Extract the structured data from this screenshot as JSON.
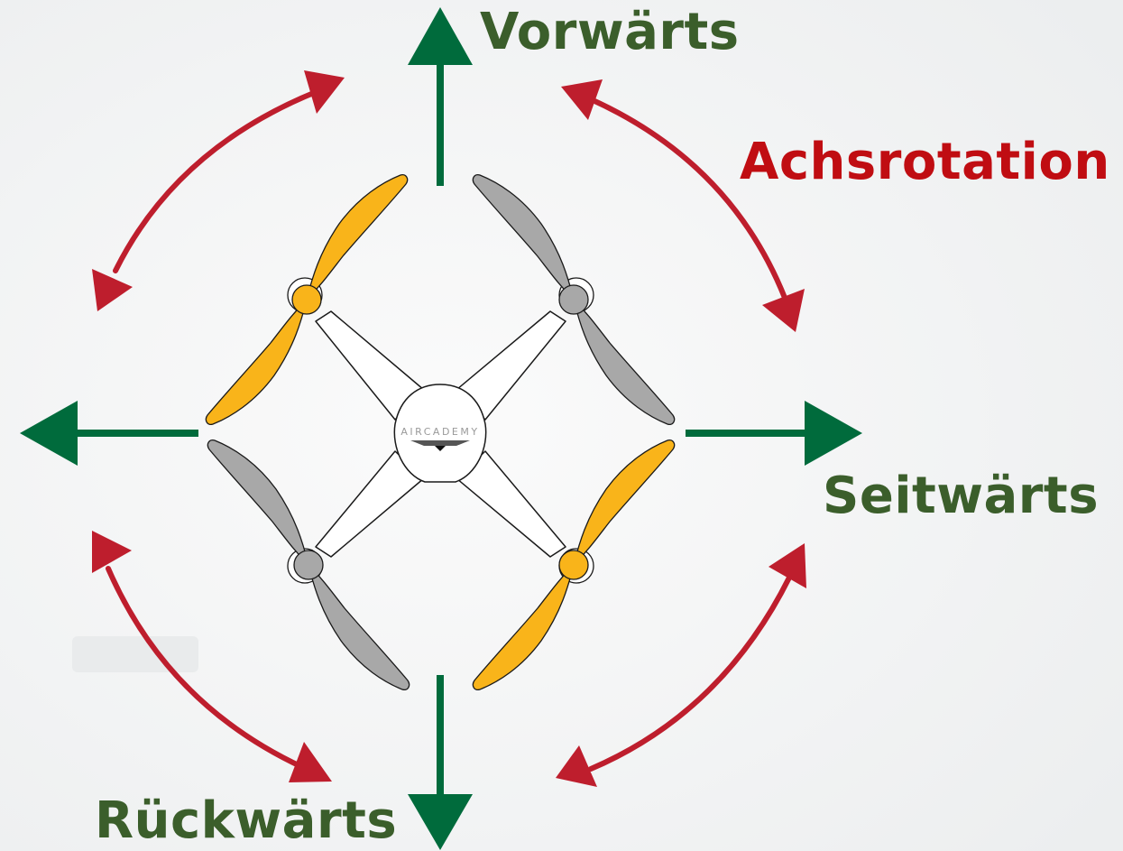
{
  "labels": {
    "forward": "Vorwärts",
    "axis_rotation": "Achsrotation",
    "sideways": "Seitwärts",
    "backward": "Rückwärts"
  },
  "drone": {
    "brand_text": "AIRCADEMY"
  },
  "colors": {
    "movement_arrow": "#006b3c",
    "movement_label": "#3b5e2b",
    "rotation_arrow": "#be1e2d",
    "rotation_label": "#c00d12",
    "propeller_front": "#f9b41a",
    "propeller_back": "#a8a8a8",
    "body": "#ffffff",
    "background": "#f3f4f5"
  }
}
